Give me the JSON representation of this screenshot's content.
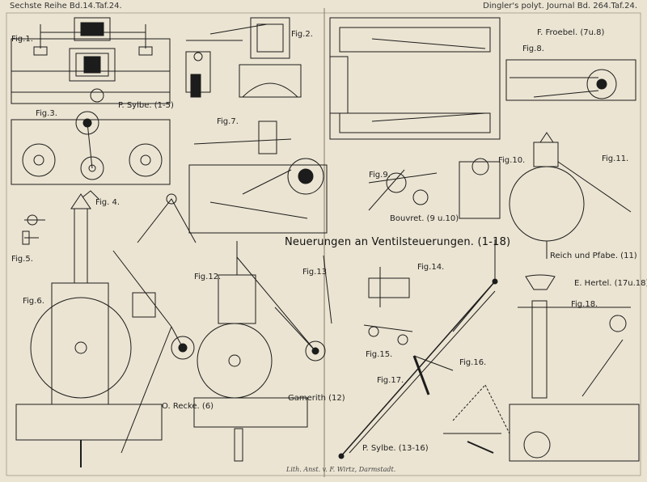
{
  "header": {
    "left": "Sechste Reihe Bd.14.Taf.24.",
    "right": "Dingler's polyt. Journal Bd. 264.Taf.24."
  },
  "title": "Neuerungen an Ventilsteuerungen. (1-18)",
  "figures": {
    "fig1": "Fig.1.",
    "fig2": "Fig.2.",
    "fig3": "Fig.3.",
    "fig4": "Fig. 4.",
    "fig5": "Fig.5.",
    "fig6": "Fig.6.",
    "fig7": "Fig.7.",
    "fig8": "Fig.8.",
    "fig9": "Fig.9.",
    "fig10": "Fig.10.",
    "fig11": "Fig.11.",
    "fig12": "Fig.12.",
    "fig13": "Fig.13",
    "fig14": "Fig.14.",
    "fig15": "Fig.15.",
    "fig16": "Fig.16.",
    "fig17": "Fig.17.",
    "fig18": "Fig.18."
  },
  "authors": {
    "sylbe_top": "P. Sylbe. (1-5)",
    "froebel": "F. Froebel. (7u.8)",
    "bouvret": "Bouvret. (9 u.10)",
    "reich": "Reich und Pfabe. (11)",
    "hertel": "E. Hertel. (17u.18)",
    "recke": "O. Recke. (6)",
    "gamerith": "Gamerith (12)",
    "sylbe_bottom": "P. Sylbe. (13-16)"
  },
  "credit": "Lith. Anst. v. F. Wirtz, Darmstadt."
}
